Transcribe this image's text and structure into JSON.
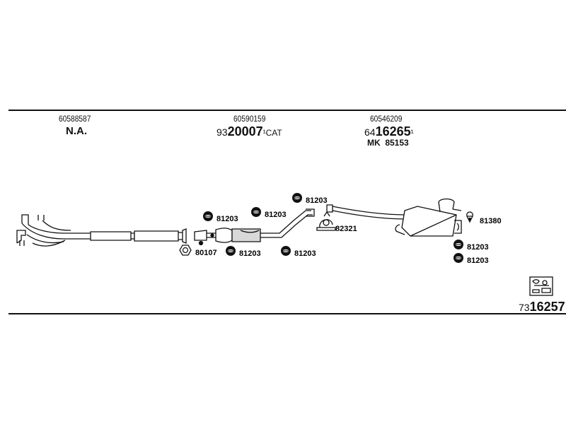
{
  "columns": [
    {
      "oem": "60588587",
      "main": "N.A."
    },
    {
      "oem": "60590159",
      "prefix": "93",
      "bold": "20007",
      "suffix": "¹CAT"
    },
    {
      "oem": "60546209",
      "prefix": "64",
      "bold": "16265",
      "suffix": "¹",
      "kit": "MK  85153"
    }
  ],
  "parts": [
    {
      "id": "80107",
      "icon": "gasket-icon"
    },
    {
      "id": "81203",
      "icon": "rubber-mount-icon"
    },
    {
      "id": "81203",
      "icon": "rubber-mount-icon"
    },
    {
      "id": "81203",
      "icon": "rubber-mount-icon"
    },
    {
      "id": "81203",
      "icon": "rubber-mount-icon"
    },
    {
      "id": "81203",
      "icon": "rubber-mount-icon"
    },
    {
      "id": "82321",
      "icon": "clamp-icon"
    },
    {
      "id": "81380",
      "icon": "hanger-icon"
    },
    {
      "id": "81203",
      "icon": "rubber-mount-icon"
    },
    {
      "id": "81203",
      "icon": "rubber-mount-icon"
    }
  ],
  "kit_number": {
    "prefix": "73",
    "bold": "16257"
  },
  "kit_icon": "kit-box-icon"
}
